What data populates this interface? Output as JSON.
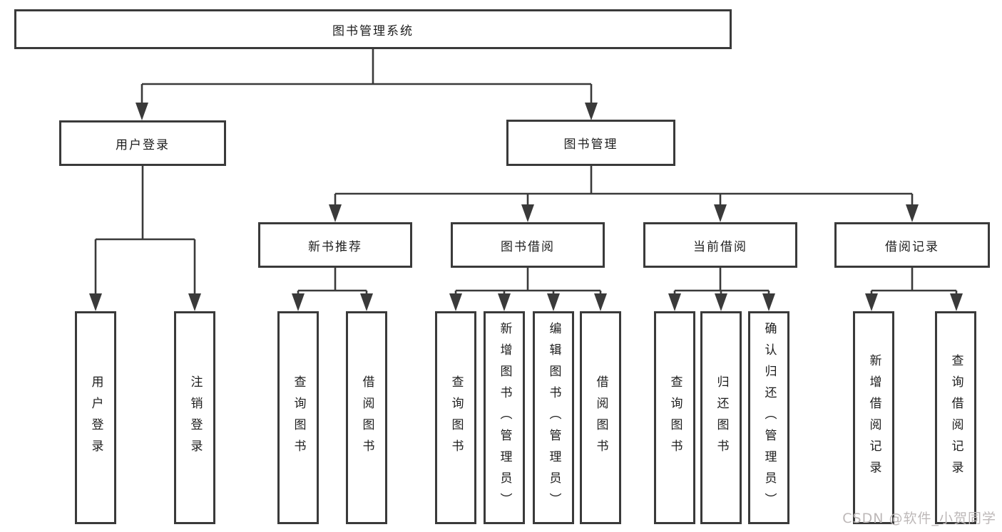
{
  "nodes": {
    "root": {
      "label": "图书管理系统"
    },
    "user_login": {
      "label": "用户登录"
    },
    "book_mgmt": {
      "label": "图书管理"
    },
    "new_book_rec": {
      "label": "新书推荐"
    },
    "book_borrow": {
      "label": "图书借阅"
    },
    "current_borrow": {
      "label": "当前借阅"
    },
    "borrow_record": {
      "label": "借阅记录"
    },
    "leaf_user_login": {
      "label": "用户登录"
    },
    "leaf_logout": {
      "label": "注销登录"
    },
    "rec_query_book": {
      "label": "查询图书"
    },
    "rec_borrow_book": {
      "label": "借阅图书"
    },
    "bb_query_book": {
      "label": "查询图书"
    },
    "bb_add_book": {
      "label": "新增图书（管理员）"
    },
    "bb_edit_book": {
      "label": "编辑图书（管理员）"
    },
    "bb_borrow_book": {
      "label": "借阅图书"
    },
    "cb_query_book": {
      "label": "查询图书"
    },
    "cb_return_book": {
      "label": "归还图书"
    },
    "cb_confirm_return": {
      "label": "确认归还（管理员）"
    },
    "br_add_record": {
      "label": "新增借阅记录"
    },
    "br_query_record": {
      "label": "查询借阅记录"
    }
  },
  "watermark": {
    "text": "CSDN @软件_小贺同学",
    "color": "#bdb8b8"
  },
  "colors": {
    "line": "#3a3a3a",
    "box_border": "#3a3a3a",
    "text": "#1e1e1e",
    "background": "#ffffff"
  }
}
